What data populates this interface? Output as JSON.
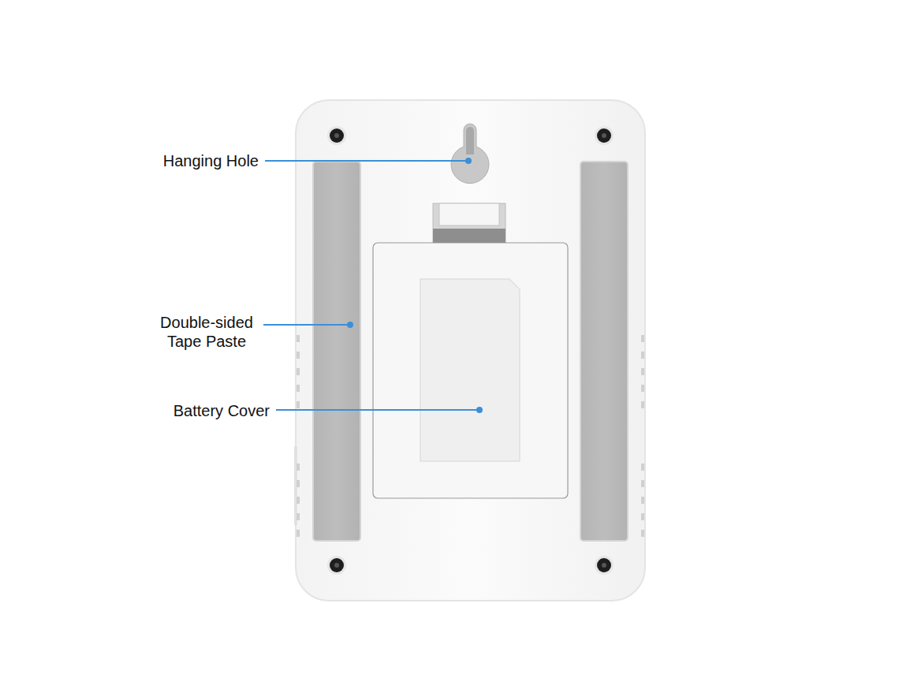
{
  "diagram": {
    "labels": [
      "Hanging Hole",
      "Double-sided Tape Paste",
      "Battery Cover"
    ]
  }
}
